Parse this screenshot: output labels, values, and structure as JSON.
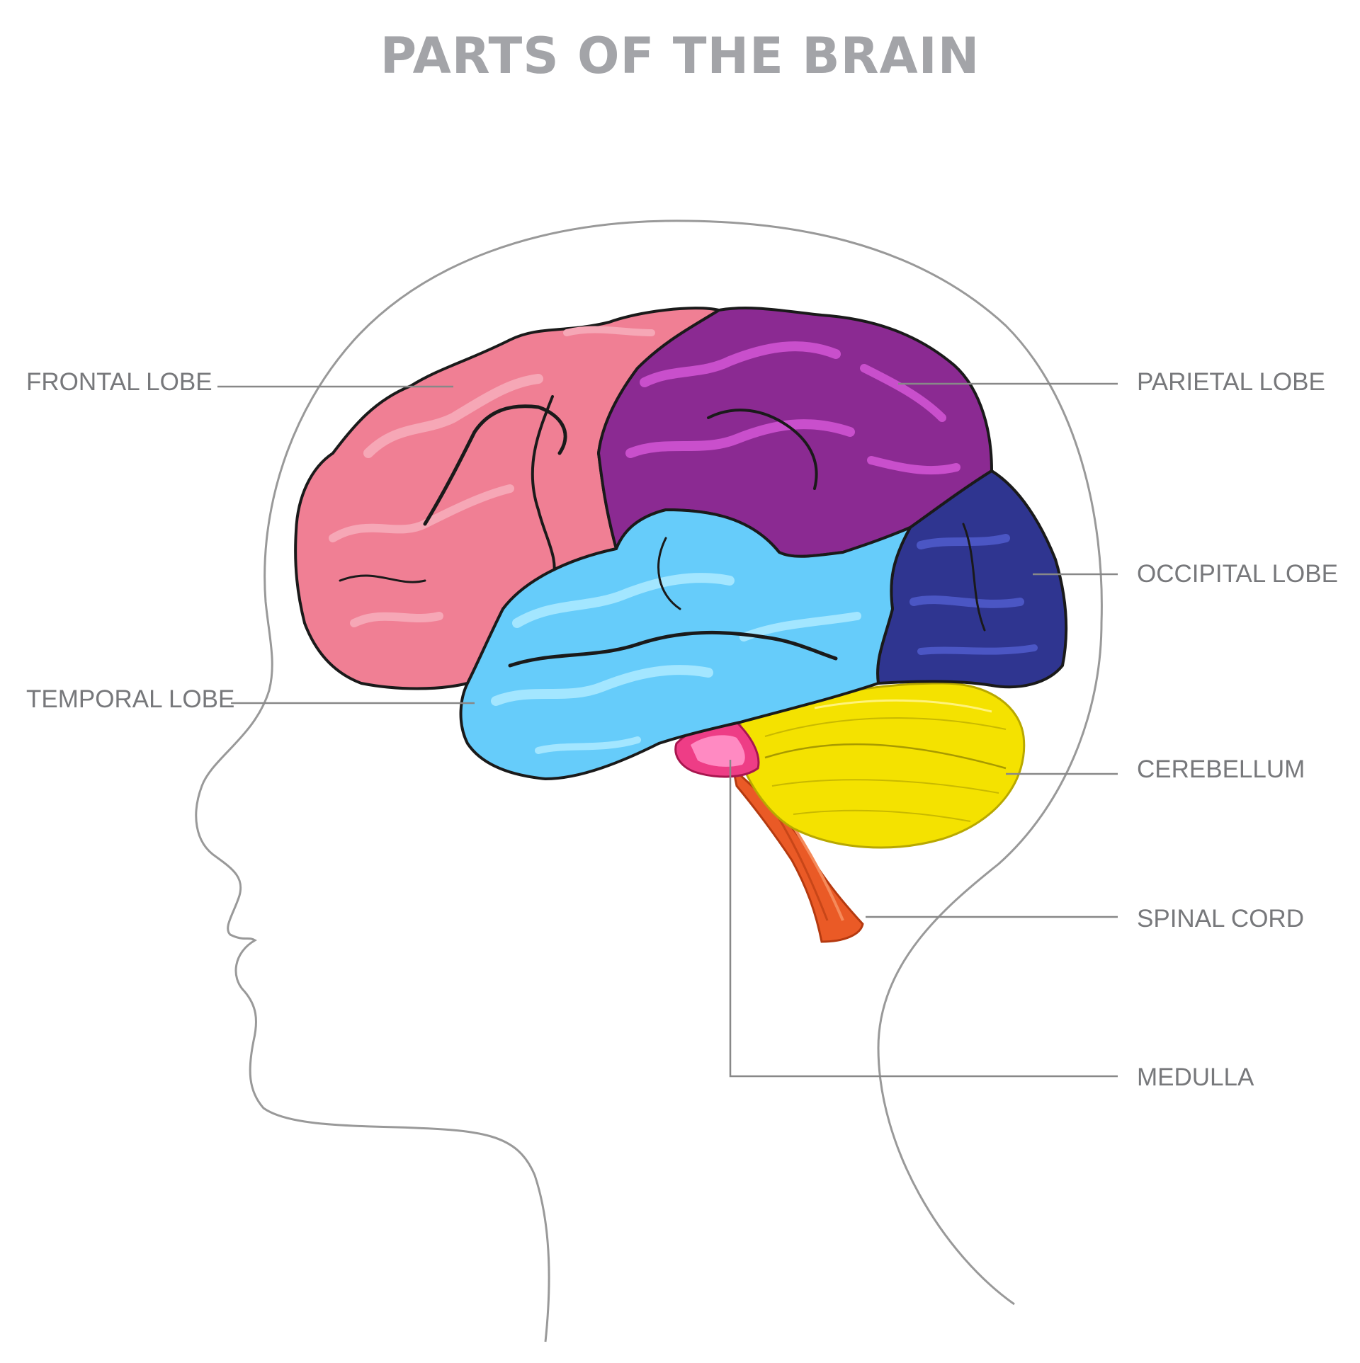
{
  "title": "PARTS OF THE BRAIN",
  "labels": {
    "frontal": "FRONTAL LOBE",
    "temporal": "TEMPORAL LOBE",
    "parietal": "PARIETAL LOBE",
    "occipital": "OCCIPITAL LOBE",
    "cerebellum": "CEREBELLUM",
    "spinal": "SPINAL CORD",
    "medulla": "MEDULLA"
  },
  "colors": {
    "frontal": "#f07f94",
    "frontal_highlight": "#f6a7b6",
    "parietal": "#8b2a92",
    "parietal_highlight": "#c94fcc",
    "occipital": "#2f3590",
    "occipital_highlight": "#4b56c4",
    "temporal": "#66ccfa",
    "temporal_highlight": "#a3e6ff",
    "cerebellum": "#f4e200",
    "medulla": "#ee3d86",
    "spinal": "#ea5a26",
    "outline": "#999999",
    "leader": "#888888"
  },
  "icons": [
    "head-silhouette-icon",
    "brain-icon"
  ]
}
